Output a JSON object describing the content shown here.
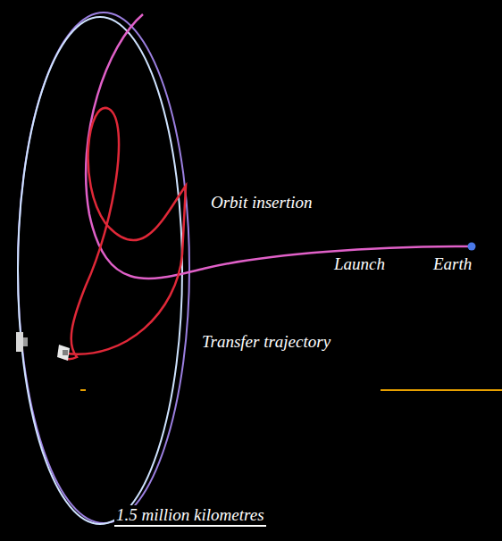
{
  "diagram": {
    "labels": [
      "Orbit insertion",
      "Launch",
      "Earth",
      "Transfer trajectory",
      "1.5 million kilometres"
    ]
  }
}
